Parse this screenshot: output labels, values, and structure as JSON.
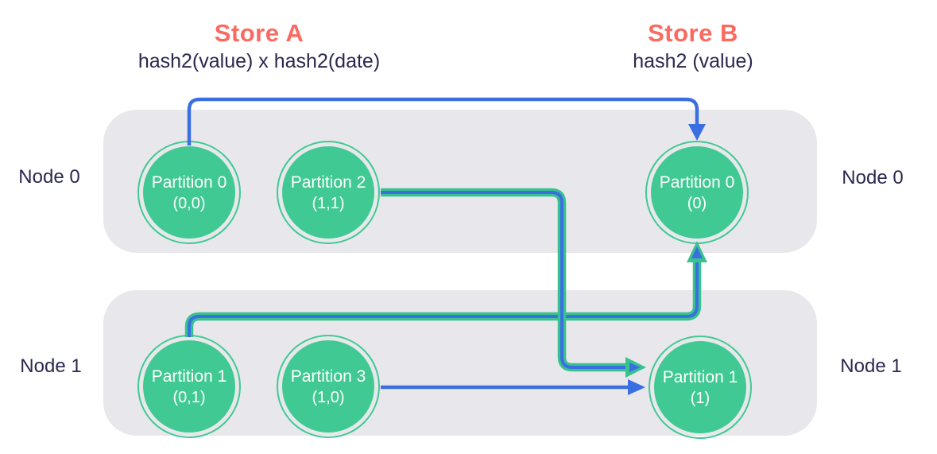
{
  "stores": [
    {
      "title": "Store A",
      "subtitle": "hash2(value) x hash2(date)"
    },
    {
      "title": "Store B",
      "subtitle": "hash2 (value)"
    }
  ],
  "node_rows": [
    {
      "left_label": "Node 0",
      "right_label": "Node 0"
    },
    {
      "left_label": "Node 1",
      "right_label": "Node 1"
    }
  ],
  "partitions": [
    {
      "store": "Store A",
      "node": "Node 0",
      "title": "Partition 0",
      "key": "(0,0)"
    },
    {
      "store": "Store A",
      "node": "Node 0",
      "title": "Partition 2",
      "key": "(1,1)"
    },
    {
      "store": "Store B",
      "node": "Node 0",
      "title": "Partition 0",
      "key": "(0)"
    },
    {
      "store": "Store A",
      "node": "Node 1",
      "title": "Partition 1",
      "key": "(0,1)"
    },
    {
      "store": "Store A",
      "node": "Node 1",
      "title": "Partition 3",
      "key": "(1,0)"
    },
    {
      "store": "Store B",
      "node": "Node 1",
      "title": "Partition 1",
      "key": "(1)"
    }
  ],
  "edges": [
    {
      "from": "Store A / Partition 0 (0,0)",
      "to": "Store B / Partition 0 (0)",
      "style": "blue"
    },
    {
      "from": "Store A / Partition 2 (1,1)",
      "to": "Store B / Partition 1 (1)",
      "style": "green-blue"
    },
    {
      "from": "Store A / Partition 1 (0,1)",
      "to": "Store B / Partition 0 (0)",
      "style": "green-blue"
    },
    {
      "from": "Store A / Partition 3 (1,0)",
      "to": "Store B / Partition 1 (1)",
      "style": "blue"
    }
  ],
  "colors": {
    "accent_coral": "#fb6a60",
    "text_navy": "#2b2850",
    "partition_green": "#41c993",
    "edge_blue": "#3a6fe2",
    "edge_green": "#38c28e",
    "node_box_gray": "#e8e8ec",
    "circle_text": "#ffffff"
  }
}
